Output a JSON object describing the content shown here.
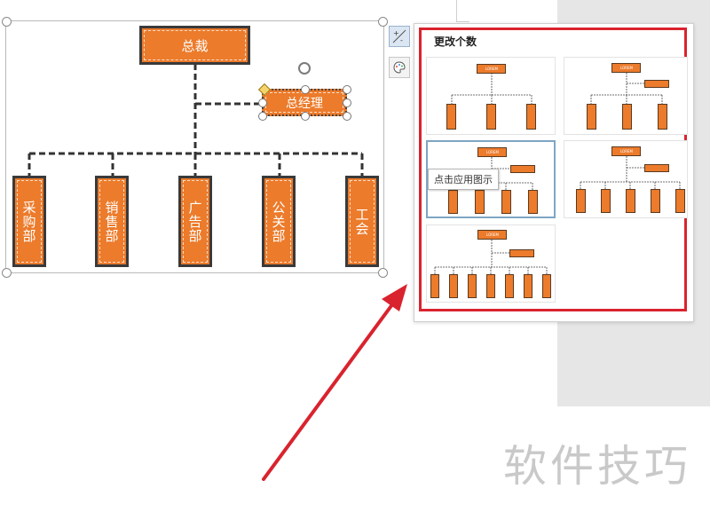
{
  "org_chart": {
    "top": "总裁",
    "assistant": "总经理",
    "departments": [
      "采购部",
      "销售部",
      "广告部",
      "公关部",
      "工会"
    ]
  },
  "layout_panel": {
    "title": "更改个数",
    "tooltip": "点击应用图示",
    "thumbnail_label": "LOREM",
    "thumbnails": [
      {
        "style": "standard",
        "boxes": 3
      },
      {
        "style": "with-assistant",
        "boxes": 3
      },
      {
        "style": "with-assistant",
        "boxes": 4
      },
      {
        "style": "with-assistant",
        "boxes": 5
      },
      {
        "style": "with-assistant",
        "boxes": 7
      }
    ]
  },
  "side_tools": {
    "layout_icon": "add-shape-icon",
    "style_icon": "palette-icon"
  },
  "watermark": "软件技巧",
  "colors": {
    "node_fill": "#ec7b2b",
    "node_border": "#3a3a3a",
    "highlight_frame": "#d9232e",
    "arrow": "#d9232e"
  }
}
